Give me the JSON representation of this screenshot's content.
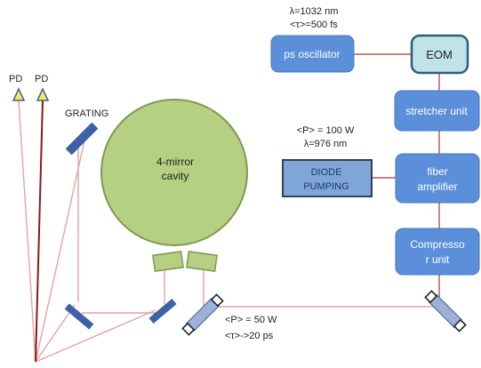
{
  "labels": {
    "laser_lambda": "λ=1032 nm",
    "laser_tau": "<τ>=500 fs",
    "ps_oscillator": "ps oscillator",
    "eom": "EOM",
    "stretcher": "stretcher unit",
    "pump_power": "<P> = 100 W",
    "pump_lambda": "λ=976 nm",
    "diode_line1": "DIODE",
    "diode_line2": "PUMPING",
    "fiber_line1": "fiber",
    "fiber_line2": "amplifier",
    "compressor_line1": "Compresso",
    "compressor_line2": "r unit",
    "grating": "GRATING",
    "cavity_line1": "4-mirror",
    "cavity_line2": "cavity",
    "pd_left": "PD",
    "pd_right": "PD",
    "out_power": "<P> = 50 W",
    "out_tau": "<τ>->20 ps"
  },
  "colors": {
    "box_blue": "#5b8fd9",
    "eom_fill": "#bfe3e6",
    "diode_fill": "#7fa6d6",
    "cavity_fill": "#b5cf83",
    "beam_red": "#c0504d",
    "beam_pink": "#e6a3a0",
    "mirror_blue": "#3b62a8",
    "pd_yellow": "#f5ef4a"
  }
}
